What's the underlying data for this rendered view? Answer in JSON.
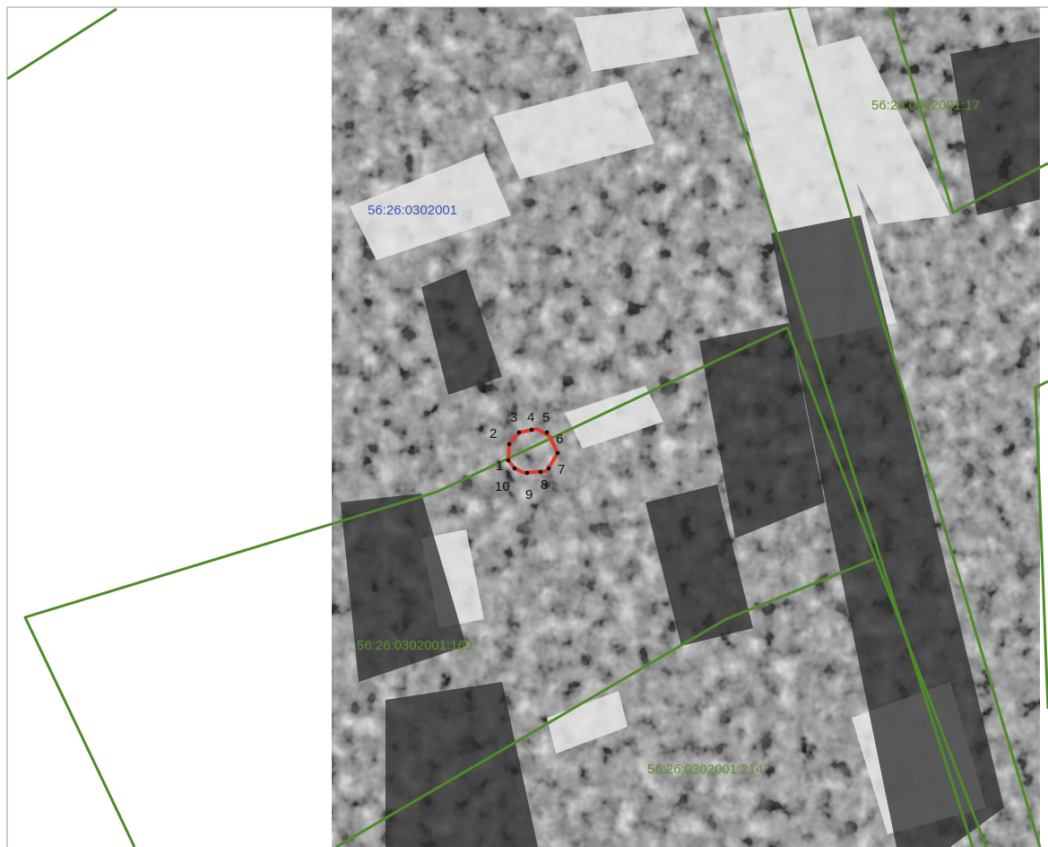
{
  "map": {
    "colors": {
      "parcel_boundary": "#4f8a2a",
      "object_contour": "#e03a2a",
      "label_green": "#5f8f2d",
      "label_blue": "#3a56b8",
      "vertex_label": "#111111",
      "frame": "#9a9a9a",
      "background": "#ffffff"
    },
    "labels": {
      "quarter": "56:26:0302001",
      "parcel_top_right": "56:26:0302001:17",
      "parcel_169": "56:26:0302001:169",
      "parcel_214": "56:26:0302001:214"
    },
    "vertices": [
      "1",
      "2",
      "3",
      "4",
      "5",
      "6",
      "7",
      "8",
      "9",
      "10"
    ]
  }
}
